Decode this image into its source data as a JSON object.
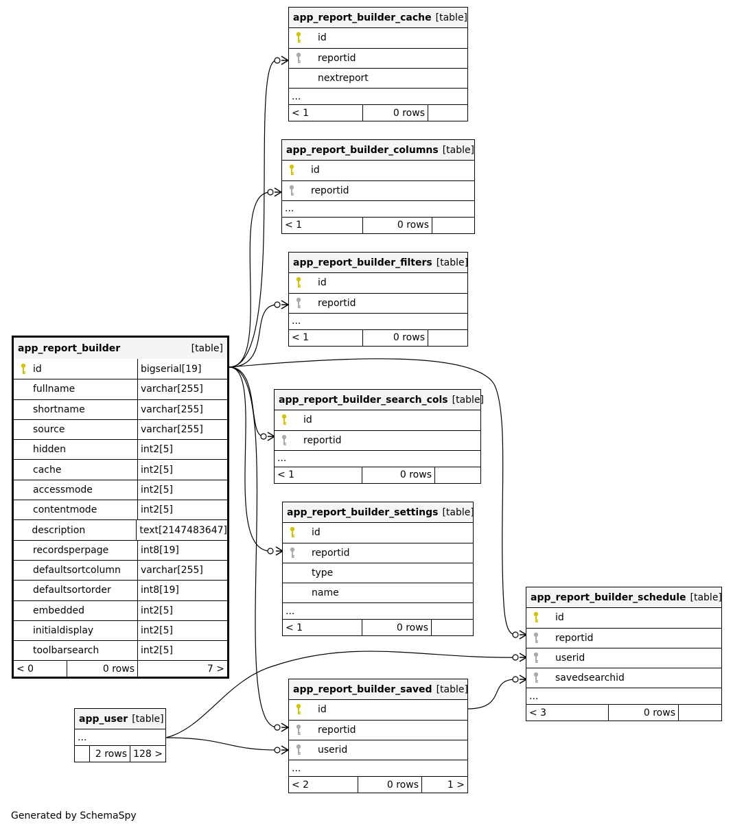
{
  "colors": {
    "primary_key": "#d4c400",
    "foreign_key": "#aaaaaa",
    "header_bg": "#f4f4f4",
    "line": "#000000"
  },
  "kind_label": "[table]",
  "ellipsis": "...",
  "main_table": {
    "name": "app_report_builder",
    "kind": "[table]",
    "columns": [
      {
        "name": "id",
        "type": "bigserial[19]",
        "icon": "primary-key-icon"
      },
      {
        "name": "fullname",
        "type": "varchar[255]"
      },
      {
        "name": "shortname",
        "type": "varchar[255]"
      },
      {
        "name": "source",
        "type": "varchar[255]"
      },
      {
        "name": "hidden",
        "type": "int2[5]"
      },
      {
        "name": "cache",
        "type": "int2[5]"
      },
      {
        "name": "accessmode",
        "type": "int2[5]"
      },
      {
        "name": "contentmode",
        "type": "int2[5]"
      },
      {
        "name": "description",
        "type": "text[2147483647]"
      },
      {
        "name": "recordsperpage",
        "type": "int8[19]"
      },
      {
        "name": "defaultsortcolumn",
        "type": "varchar[255]"
      },
      {
        "name": "defaultsortorder",
        "type": "int8[19]"
      },
      {
        "name": "embedded",
        "type": "int2[5]"
      },
      {
        "name": "initialdisplay",
        "type": "int2[5]"
      },
      {
        "name": "toolbarsearch",
        "type": "int2[5]"
      }
    ],
    "footer": [
      "< 0",
      "0 rows",
      "7 >"
    ]
  },
  "tables": {
    "cache": {
      "name": "app_report_builder_cache",
      "kind": "[table]",
      "columns": [
        {
          "name": "id",
          "icon": "primary-key-icon"
        },
        {
          "name": "reportid",
          "icon": "foreign-key-icon"
        },
        {
          "name": "nextreport",
          "icon": ""
        }
      ],
      "footer": [
        "< 1",
        "0 rows",
        ""
      ]
    },
    "columns": {
      "name": "app_report_builder_columns",
      "kind": "[table]",
      "columns": [
        {
          "name": "id",
          "icon": "primary-key-icon"
        },
        {
          "name": "reportid",
          "icon": "foreign-key-icon"
        }
      ],
      "footer": [
        "< 1",
        "0 rows",
        ""
      ]
    },
    "filters": {
      "name": "app_report_builder_filters",
      "kind": "[table]",
      "columns": [
        {
          "name": "id",
          "icon": "primary-key-icon"
        },
        {
          "name": "reportid",
          "icon": "foreign-key-icon"
        }
      ],
      "footer": [
        "< 1",
        "0 rows",
        ""
      ]
    },
    "search_cols": {
      "name": "app_report_builder_search_cols",
      "kind": "[table]",
      "columns": [
        {
          "name": "id",
          "icon": "primary-key-icon"
        },
        {
          "name": "reportid",
          "icon": "foreign-key-icon"
        }
      ],
      "footer": [
        "< 1",
        "0 rows",
        ""
      ]
    },
    "settings": {
      "name": "app_report_builder_settings",
      "kind": "[table]",
      "columns": [
        {
          "name": "id",
          "icon": "primary-key-icon"
        },
        {
          "name": "reportid",
          "icon": "foreign-key-icon"
        },
        {
          "name": "type",
          "icon": ""
        },
        {
          "name": "name",
          "icon": ""
        }
      ],
      "footer": [
        "< 1",
        "0 rows",
        ""
      ]
    },
    "schedule": {
      "name": "app_report_builder_schedule",
      "kind": "[table]",
      "columns": [
        {
          "name": "id",
          "icon": "primary-key-icon"
        },
        {
          "name": "reportid",
          "icon": "foreign-key-icon"
        },
        {
          "name": "userid",
          "icon": "foreign-key-icon"
        },
        {
          "name": "savedsearchid",
          "icon": "foreign-key-icon"
        }
      ],
      "footer": [
        "< 3",
        "0 rows",
        ""
      ]
    },
    "saved": {
      "name": "app_report_builder_saved",
      "kind": "[table]",
      "columns": [
        {
          "name": "id",
          "icon": "primary-key-icon"
        },
        {
          "name": "reportid",
          "icon": "foreign-key-icon"
        },
        {
          "name": "userid",
          "icon": "foreign-key-icon"
        }
      ],
      "footer": [
        "< 2",
        "0 rows",
        "1 >"
      ]
    },
    "app_user": {
      "name": "app_user",
      "kind": "[table]",
      "columns": [],
      "footer": [
        "",
        "2 rows",
        "128 >"
      ]
    }
  },
  "credit": "Generated by SchemaSpy"
}
